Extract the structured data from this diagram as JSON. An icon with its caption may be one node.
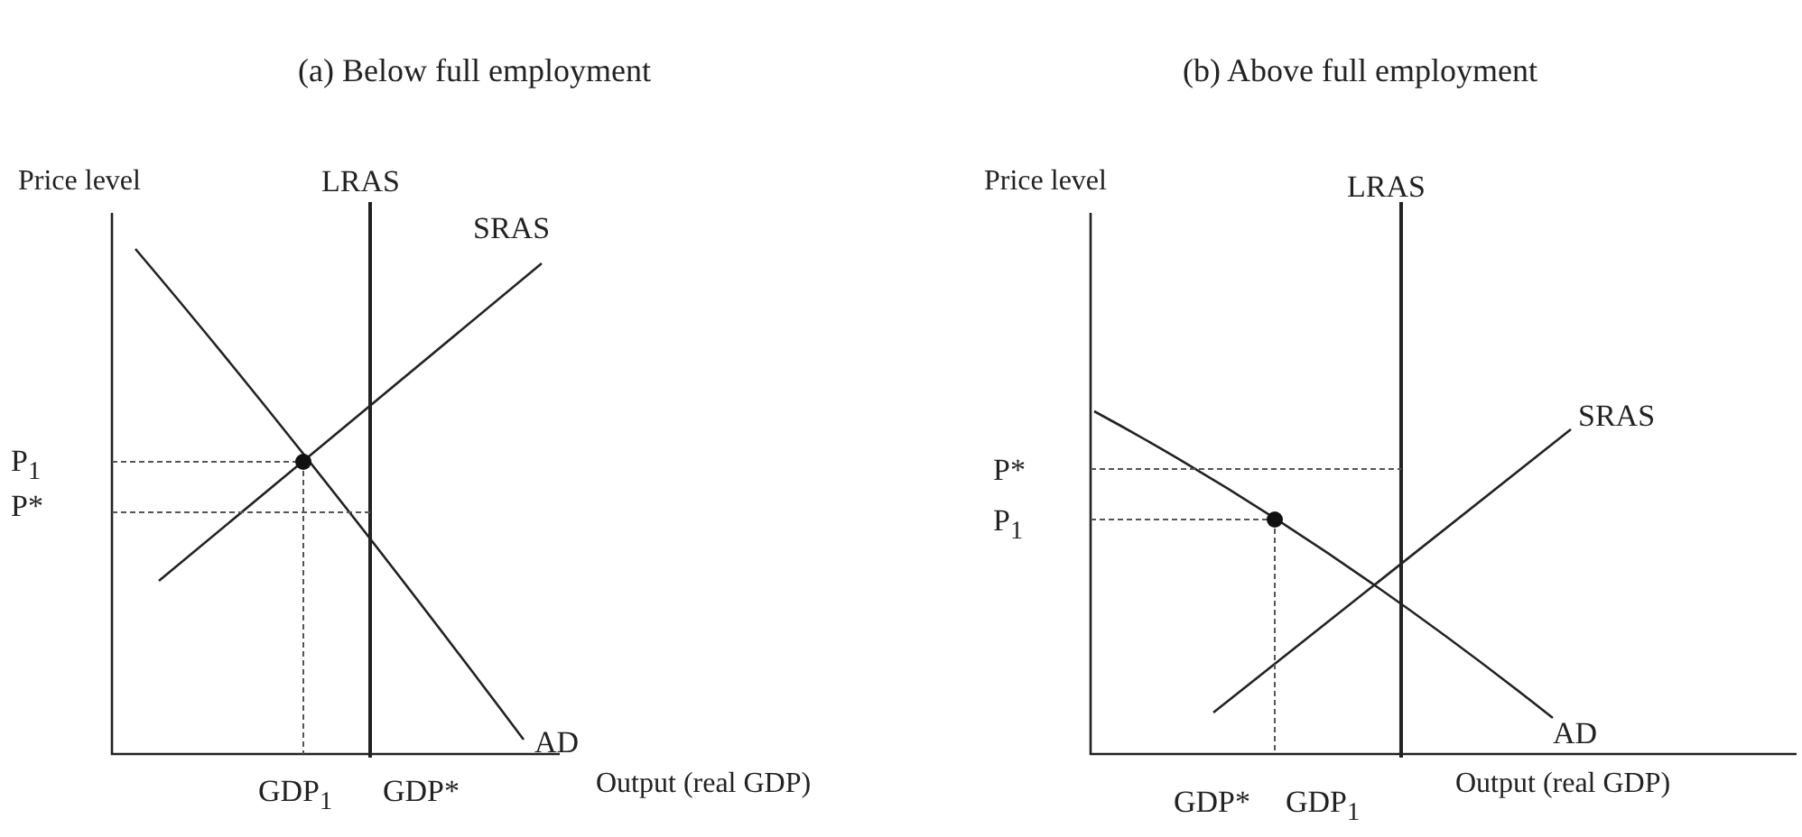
{
  "diagram": {
    "labels": [
      "(a) Below full employment",
      "Price level",
      "LRAS",
      "SRAS",
      "P$_{1}$",
      "P*",
      "AD",
      "GDP$_{1}$",
      "GDP*",
      "Output (real GDP)",
      "(b) Above full employment",
      "Price level",
      "LRAS",
      "SRAS",
      "P*",
      "P$_{1}$",
      "AD",
      "GDP*",
      "GDP$_{1}$",
      "Output (real GDP)"
    ]
  }
}
